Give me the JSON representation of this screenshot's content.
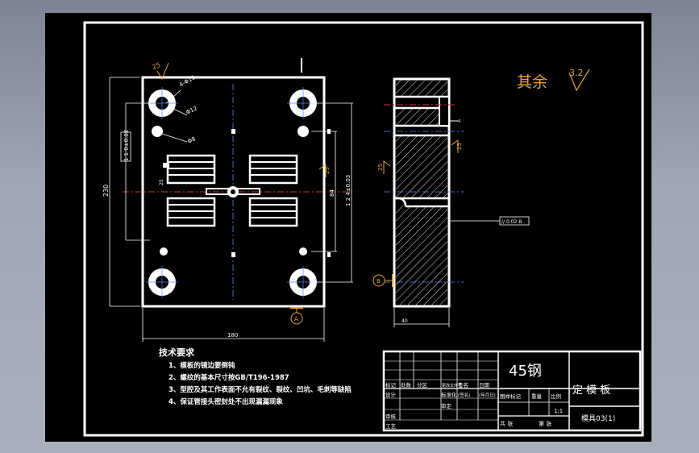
{
  "drawing": {
    "surface_roughness": {
      "label": "其余",
      "value": "3.2",
      "color": "#e6a23c"
    },
    "callouts": {
      "roughness_top": "25",
      "roughness_a": "25",
      "roughness_b": "25",
      "roughness_c": "25",
      "roughness_side1": "25",
      "roughness_side2": "25",
      "bolt_label": "4-Φ12",
      "hole_label1": "Φ12",
      "hole_label2": "Φ8",
      "datum_a": "A",
      "datum_b": "B",
      "tolerance_frame": "// 0.02 B"
    },
    "dimensions": {
      "overall_height": "230",
      "inner_height": "1 1 0±0.02",
      "overall_width": "180",
      "right_height": "1 2 4±0.03",
      "right_small": "84",
      "thickness": "40"
    },
    "tech_requirements": {
      "title": "技术要求",
      "items": [
        "1、模板的镜边要倒钝",
        "2、螺纹的基本尺寸按GB/T196-1987",
        "3、型腔及其工作表面不允有裂纹、裂纹、凹坑、毛刺等缺陷",
        "4、保证管接头密封处不出现漏漏现象"
      ]
    },
    "title_block": {
      "material": "45钢",
      "part_name": "定 模 板",
      "drawing_no": "模具03(1)",
      "scale": "1:1",
      "col_labels": [
        "标记",
        "处数",
        "分区",
        "更改文件号",
        "签名",
        "日期"
      ],
      "design": "设计",
      "standardize": "标准化",
      "sign": "(签名)",
      "date": "(年月日)",
      "review": "审核",
      "process": "工艺",
      "approve": "审定",
      "stage_mark": "图样标记",
      "weight": "重量",
      "scale_label": "比例",
      "total": "共 张",
      "sheet": "第 张"
    }
  }
}
